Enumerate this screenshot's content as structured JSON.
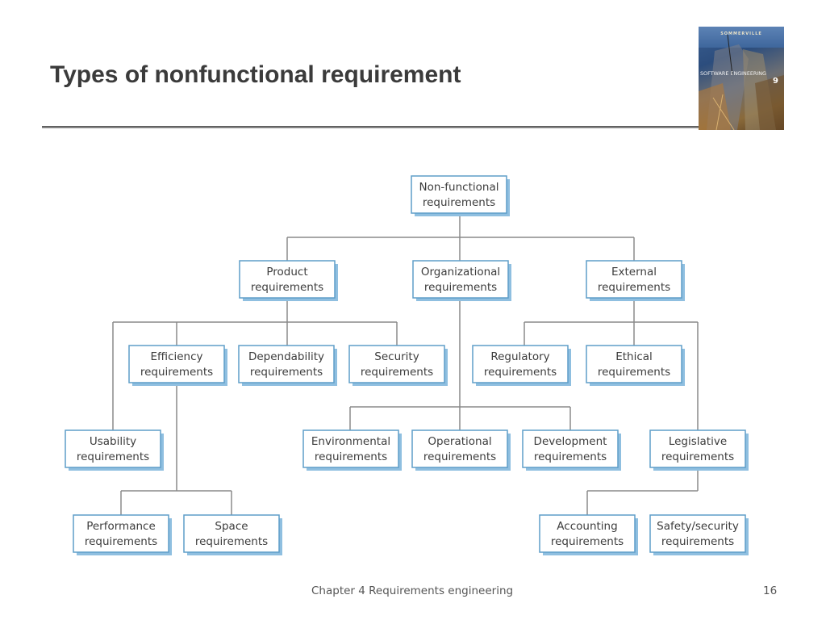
{
  "slide": {
    "title": "Types of nonfunctional requirement",
    "footer": "Chapter 4 Requirements engineering",
    "page_number": "16"
  },
  "cover": {
    "author": "SOMMERVILLE",
    "title": "SOFTWARE ENGINEERING",
    "edition": "9"
  },
  "colors": {
    "box_border": "#5f9ec9",
    "box_shadow": "#8fbfe0",
    "connector": "#8a8a8a",
    "title_text": "#3b3b3b",
    "node_text": "#3c3c3c"
  },
  "diagram": {
    "nodes": [
      {
        "id": "nonfunctional",
        "line1": "Non-functional",
        "line2": "requirements"
      },
      {
        "id": "product",
        "line1": "Product",
        "line2": "requirements"
      },
      {
        "id": "organizational",
        "line1": "Organizational",
        "line2": "requirements"
      },
      {
        "id": "external",
        "line1": "External",
        "line2": "requirements"
      },
      {
        "id": "efficiency",
        "line1": "Efficiency",
        "line2": "requirements"
      },
      {
        "id": "dependability",
        "line1": "Dependability",
        "line2": "requirements"
      },
      {
        "id": "security",
        "line1": "Security",
        "line2": "requirements"
      },
      {
        "id": "regulatory",
        "line1": "Regulatory",
        "line2": "requirements"
      },
      {
        "id": "ethical",
        "line1": "Ethical",
        "line2": "requirements"
      },
      {
        "id": "usability",
        "line1": "Usability",
        "line2": "requirements"
      },
      {
        "id": "environmental",
        "line1": "Environmental",
        "line2": "requirements"
      },
      {
        "id": "operational",
        "line1": "Operational",
        "line2": "requirements"
      },
      {
        "id": "development",
        "line1": "Development",
        "line2": "requirements"
      },
      {
        "id": "legislative",
        "line1": "Legislative",
        "line2": "requirements"
      },
      {
        "id": "performance",
        "line1": "Performance",
        "line2": "requirements"
      },
      {
        "id": "space",
        "line1": "Space",
        "line2": "requirements"
      },
      {
        "id": "accounting",
        "line1": "Accounting",
        "line2": "requirements"
      },
      {
        "id": "safety-security",
        "line1": "Safety/security",
        "line2": "requirements"
      }
    ]
  }
}
